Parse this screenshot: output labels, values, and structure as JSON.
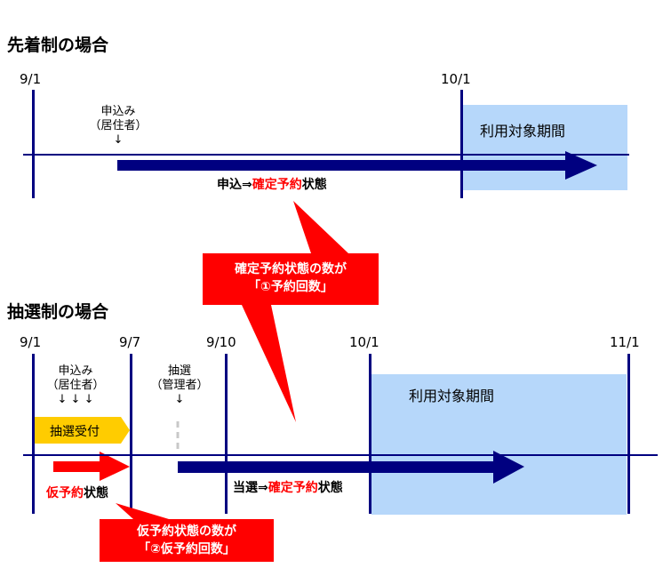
{
  "sections": {
    "first_come": {
      "title": "先着制の場合",
      "dates": [
        "9/1",
        "10/1"
      ],
      "apply_label": "申込み",
      "apply_actor": "（居住者）",
      "apply_arrow": "↓",
      "period_label": "利用対象期間",
      "status_prefix": "申込⇒",
      "status_highlight": "確定予約",
      "status_suffix": "状態"
    },
    "lottery": {
      "title": "抽選制の場合",
      "dates": [
        "9/1",
        "9/7",
        "9/10",
        "10/1",
        "11/1"
      ],
      "apply_label": "申込み",
      "apply_actor": "（居住者）",
      "apply_arrows": "↓ ↓ ↓",
      "accept_label": "抽選受付",
      "draw_label": "抽選",
      "draw_actor": "（管理者）",
      "draw_arrow": "↓",
      "period_label": "利用対象期間",
      "temp_status_highlight": "仮予約",
      "temp_status_suffix": "状態",
      "win_status_prefix": "当選⇒",
      "win_status_highlight": "確定予約",
      "win_status_suffix": "状態"
    }
  },
  "callouts": [
    {
      "line1": "確定予約状態の数が",
      "line2": "「①予約回数」"
    },
    {
      "line1": "仮予約状態の数が",
      "line2": "「②仮予約回数」"
    }
  ],
  "colors": {
    "timeline": "#000080",
    "period": "#b6d7fa",
    "highlight": "#ff0000",
    "accept": "#ffcc00"
  }
}
